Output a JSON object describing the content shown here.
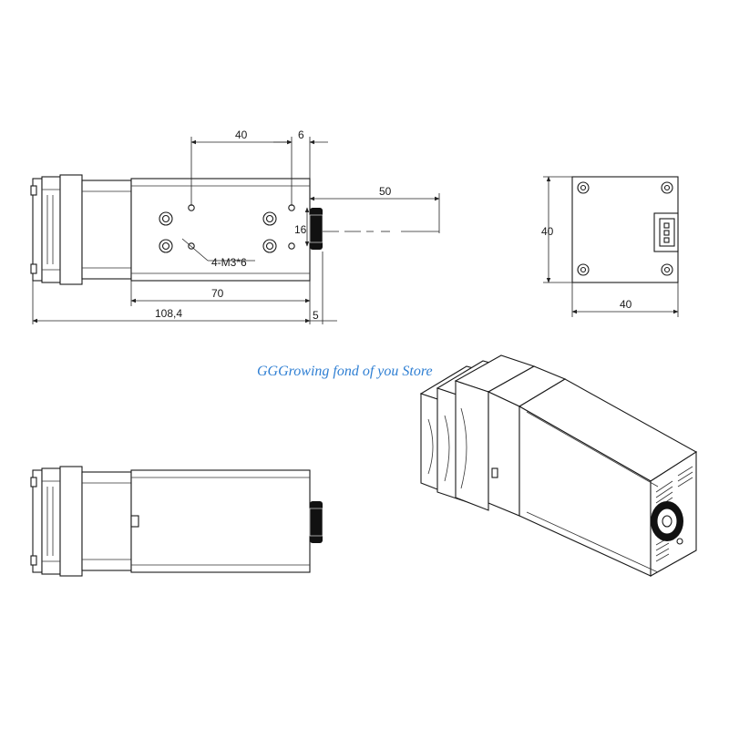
{
  "watermark": "GGGrowing fond of you Store",
  "dimensions": {
    "hole_spacing": "40",
    "offset_top": "6",
    "focus_distance": "50",
    "hole_pitch": "16",
    "thread_note": "4-M3*6",
    "body_length": "70",
    "total_length": "108,4",
    "knob_length": "5",
    "face_height": "40",
    "face_width": "40"
  },
  "colors": {
    "line": "#1a1a1a",
    "watermark": "#2f7fd3",
    "background": "#ffffff"
  }
}
